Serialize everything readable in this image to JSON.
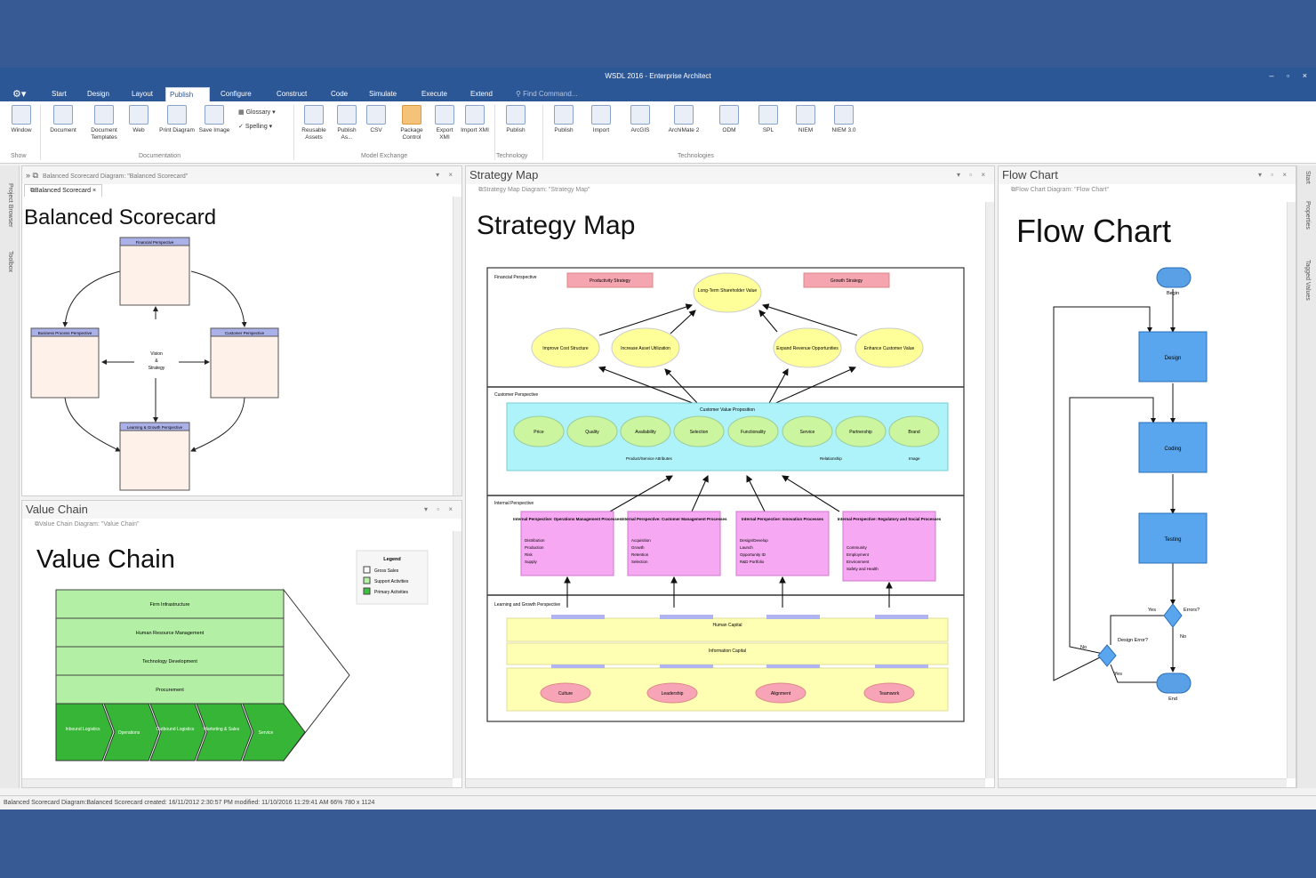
{
  "window": {
    "title": "WSDL 2016 - Enterprise Architect",
    "controls": "– ▫ ×"
  },
  "menu": {
    "items": [
      "Start",
      "Design",
      "Layout",
      "Publish",
      "Configure",
      "Construct",
      "Code",
      "Simulate",
      "Execute",
      "Extend"
    ],
    "active": "Publish",
    "find_placeholder": "Find Command..."
  },
  "ribbon": {
    "show_group": {
      "label": "Show",
      "buttons": [
        "Window"
      ]
    },
    "documentation_group": {
      "label": "Documentation",
      "buttons": [
        "Document",
        "Document Templates",
        "Web",
        "Print Diagram",
        "Save Image"
      ],
      "small": [
        "Glossary",
        "Spelling"
      ]
    },
    "model_exchange_group": {
      "label": "Model Exchange",
      "buttons": [
        "Reusable Assets",
        "Publish As...",
        "CSV",
        "Package Control",
        "Export XMI",
        "Import XMI"
      ]
    },
    "technology_group": {
      "label": "Technology",
      "buttons": [
        "Publish"
      ]
    },
    "technologies_group": {
      "label": "Technologies",
      "buttons": [
        "Publish",
        "Import",
        "ArcGIS",
        "ArchiMate 2",
        "ODM",
        "SPL",
        "NIEM",
        "NIEM 3.0"
      ]
    }
  },
  "side": {
    "left": [
      "Project Browser",
      "Toolbox"
    ],
    "right": [
      "Start",
      "Properties",
      "Tagged Values"
    ]
  },
  "balanced": {
    "header": "Balanced Scorecard Diagram: \"Balanced Scorecard\"",
    "tab": "Balanced Scorecard",
    "title": "Balanced Scorecard",
    "boxes": [
      "Financial Perspective",
      "Business Process Perspective",
      "Customer Perspective",
      "Learning & Growth Perspective"
    ],
    "center": [
      "Vision",
      "&",
      "Strategy"
    ]
  },
  "value_chain": {
    "panel_title": "Value Chain",
    "header": "Value Chain Diagram: \"Value Chain\"",
    "title": "Value Chain",
    "legend": {
      "title": "Legend",
      "items": [
        "Gross Sales",
        "Support Activities",
        "Primary Activities"
      ]
    },
    "support": [
      "Firm Infrastructure",
      "Human Resource Management",
      "Technology Development",
      "Procurement"
    ],
    "primary": [
      "Inbound Logistics",
      "Operations",
      "Outbound Logistics",
      "Marketing & Sales",
      "Service"
    ]
  },
  "strategy": {
    "panel_title": "Strategy Map",
    "header": "Strategy Map Diagram: \"Strategy Map\"",
    "title": "Strategy Map",
    "lanes": [
      "Financial Perspective",
      "Customer Perspective",
      "Internal Perspective",
      "Learning and Growth Perspective"
    ],
    "fin_boxes": [
      "Productivity Strategy",
      "Growth Strategy"
    ],
    "fin_top": "Long-Term Shareholder Value",
    "fin_ovals": [
      "Improve Cost Structure",
      "Increase Asset Utilization",
      "Expand Revenue Opportunities",
      "Enhance Customer Value"
    ],
    "cvp_title": "Customer Value Proposition",
    "cust_ovals": [
      "Price",
      "Quality",
      "Availability",
      "Selection",
      "Functionality",
      "Service",
      "Partnership",
      "Brand"
    ],
    "cust_labels": [
      "Product/Service Attributes",
      "Relationship",
      "Image"
    ],
    "internal": [
      {
        "title": "Internal Perspective: Operations Management Processes",
        "items": [
          "Distribution",
          "Production",
          "Risk",
          "Supply"
        ]
      },
      {
        "title": "Internal Perspective: Customer Management Processes",
        "items": [
          "Acquisition",
          "Growth",
          "Retention",
          "Selection"
        ]
      },
      {
        "title": "Internal Perspective: Innovation Processes",
        "items": [
          "Design/Develop",
          "Launch",
          "Opportunity ID",
          "R&D Portfolio"
        ]
      },
      {
        "title": "Internal Perspective: Regulatory and Social Processes",
        "items": [
          "Community",
          "Employment",
          "Environment",
          "Safety and Health"
        ]
      }
    ],
    "capital": [
      "Human Capital",
      "Information Capital"
    ],
    "org": [
      "Culture",
      "Leadership",
      "Alignment",
      "Teamwork"
    ]
  },
  "flow": {
    "panel_title": "Flow Chart",
    "header": "Flow Chart Diagram: \"Flow Chart\"",
    "title": "Flow Chart",
    "steps": [
      "Design",
      "Coding",
      "Testing"
    ],
    "begin": "Begin",
    "end": "End",
    "decisions": [
      "Errors?",
      "Design Error?"
    ],
    "labels": {
      "yes": "Yes",
      "no": "No"
    }
  },
  "status": "Balanced Scorecard Diagram:Balanced Scorecard     created: 16/11/2012 2:30:57 PM  modified: 11/10/2016 11:29:41 AM   66%    780 x 1124"
}
